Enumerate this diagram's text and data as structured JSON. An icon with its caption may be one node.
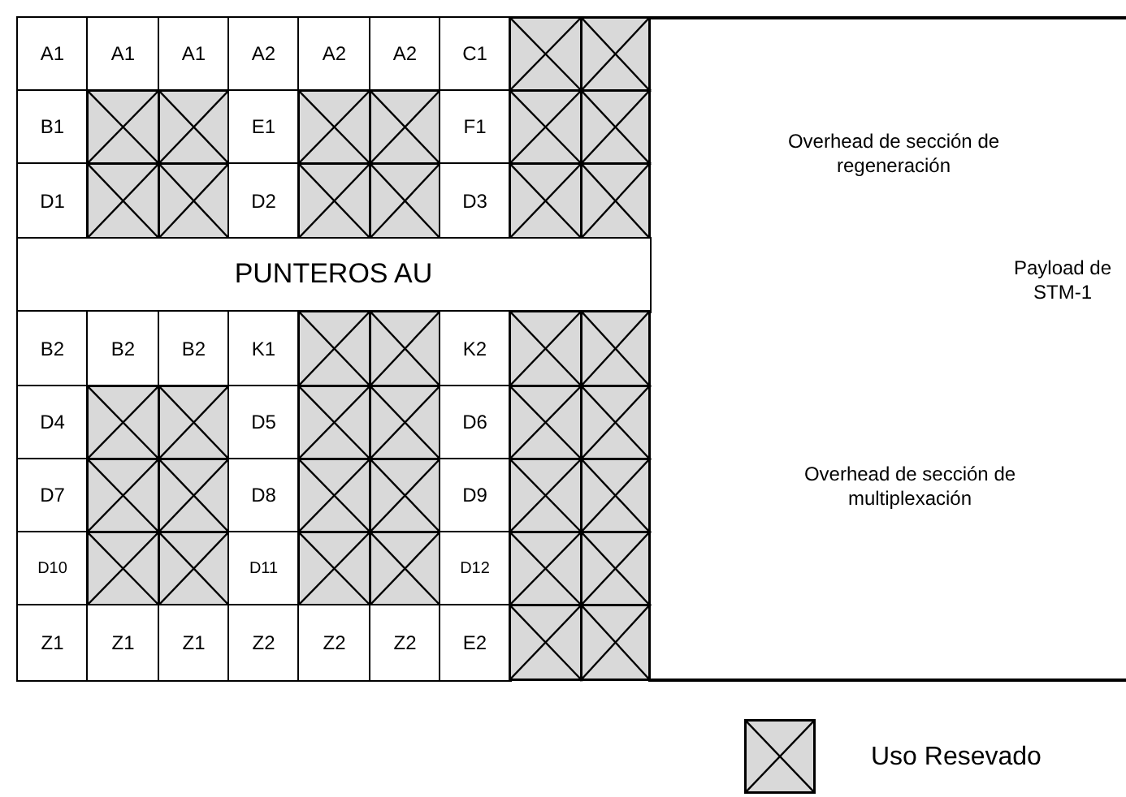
{
  "diagram": {
    "labels": [
      "A1",
      "A1",
      "A1",
      "A2",
      "A2",
      "A2",
      "C1",
      "B1",
      "E1",
      "F1",
      "D1",
      "D2",
      "D3",
      "PUNTEROS AU",
      "B2",
      "B2",
      "B2",
      "K1",
      "K2",
      "D4",
      "D5",
      "D6",
      "D7",
      "D8",
      "D9",
      "D10",
      "D11",
      "D12",
      "Z1",
      "Z1",
      "Z1",
      "Z2",
      "Z2",
      "Z2",
      "E2",
      "Overhead de sección de regeneración",
      "Payload de STM-1",
      "Overhead de sección de multiplexación"
    ],
    "legend": [
      {
        "text": "Uso Resevado"
      }
    ]
  }
}
